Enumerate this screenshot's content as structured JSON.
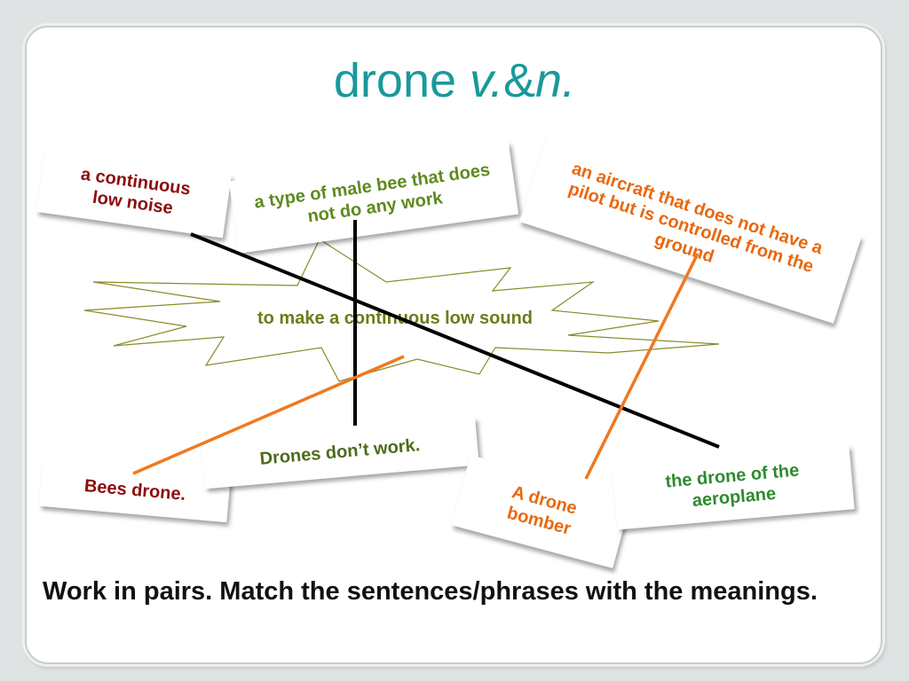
{
  "title": {
    "word": "drone ",
    "pos_v": "v.",
    "amp": "&",
    "pos_n": "n."
  },
  "meanings": {
    "low_noise": "a continuous low noise",
    "male_bee": "a type of male bee that does not do any work",
    "aircraft": "an aircraft that does not have a pilot but is controlled from the ground",
    "low_sound": "to make a continuous low sound"
  },
  "examples": {
    "bees_drone": "Bees drone.",
    "drones_dont_work": "Drones don’t work.",
    "drone_bomber": "A drone bomber",
    "drone_aeroplane": "the drone of the aeroplane"
  },
  "instruction": "Work in pairs. Match the sentences/phrases with the meanings.",
  "colors": {
    "title": "#19999b",
    "dark_red": "#8b0d0d",
    "olive_green": "#5e8a1e",
    "orange": "#e8680f",
    "green": "#2e8b2e",
    "star_text": "#6f7a1a",
    "line_black": "#000000",
    "line_orange": "#f07820"
  }
}
